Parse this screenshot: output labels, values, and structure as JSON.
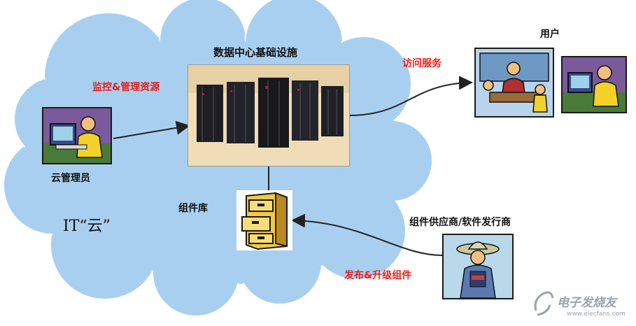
{
  "cloud_name": "IT“云”",
  "datacenter": {
    "label": "数据中心基础设施"
  },
  "admin": {
    "label": "云管理员",
    "action": "监控&管理资源"
  },
  "library": {
    "label": "组件库"
  },
  "users": {
    "label": "用户",
    "action": "访问服务"
  },
  "vendor": {
    "label": "组件供应商/软件发行商",
    "action": "发布&升级组件"
  },
  "watermark": {
    "text": "电子发烧友",
    "url": "www.elecfans.com"
  },
  "colors": {
    "cloud": "#a9cff0",
    "accent": "#e8201c",
    "arrow": "#222222"
  }
}
